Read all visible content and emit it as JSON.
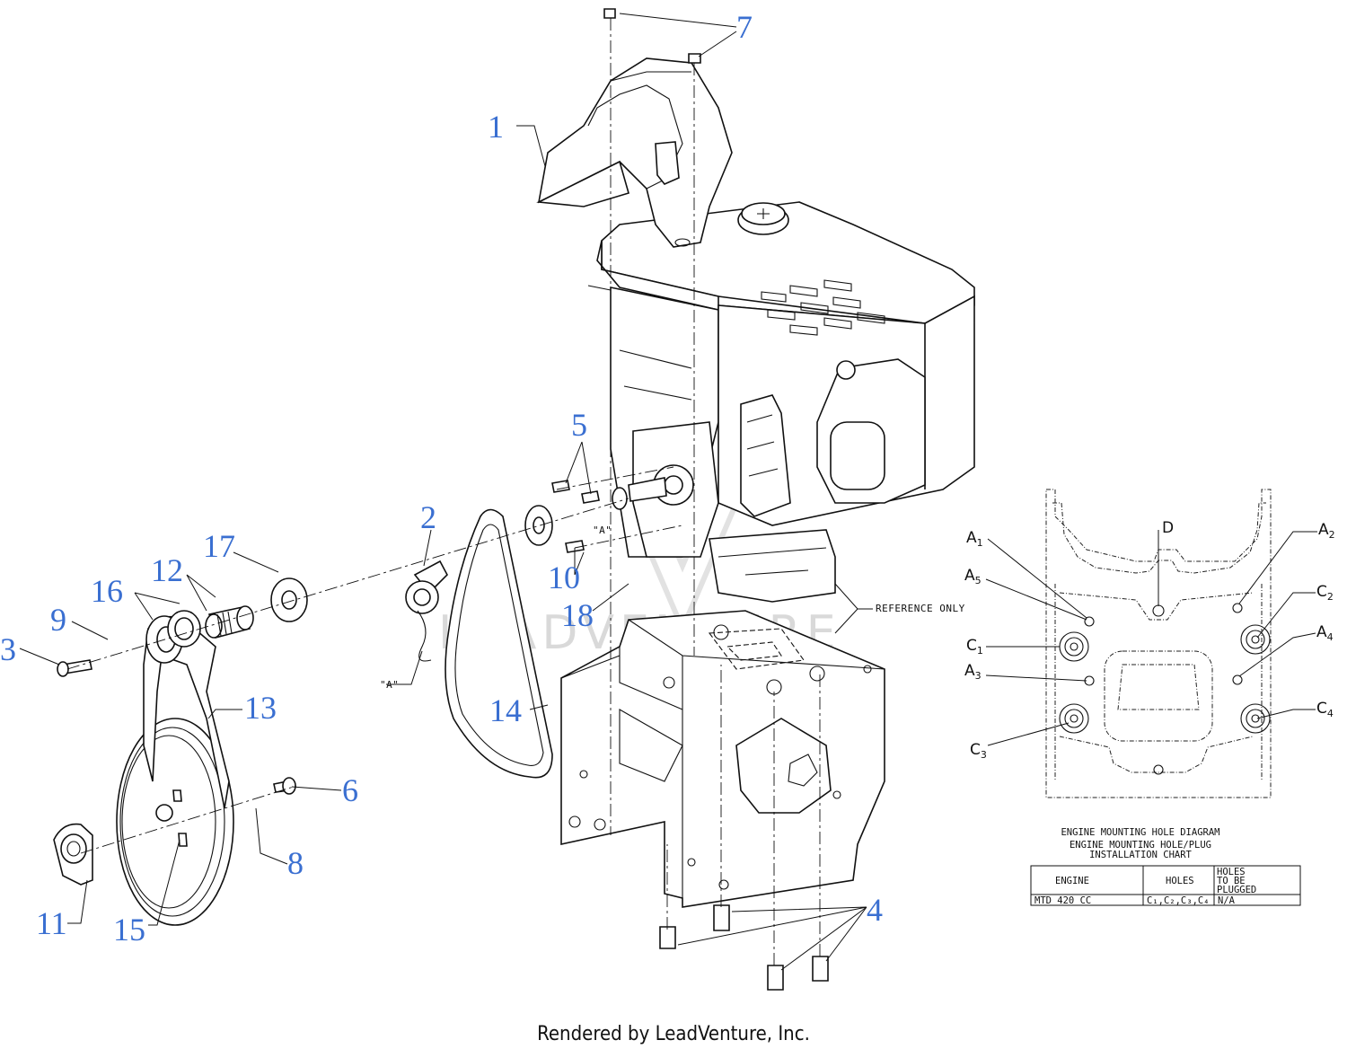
{
  "callouts": [
    "1",
    "2",
    "3",
    "4",
    "5",
    "6",
    "7",
    "8",
    "9",
    "10",
    "11",
    "12",
    "13",
    "14",
    "15",
    "16",
    "17",
    "18"
  ],
  "labels": {
    "a_quote": "\"A\"",
    "a_quote_2": "\"A\"",
    "reference_only": "REFERENCE ONLY",
    "watermark": "LEADVENTURE"
  },
  "hole_diagram": {
    "letters": {
      "a1": "A",
      "a1_sub": "1",
      "a2": "A",
      "a2_sub": "2",
      "a3": "A",
      "a3_sub": "3",
      "a4": "A",
      "a4_sub": "4",
      "a5": "A",
      "a5_sub": "5",
      "c1": "C",
      "c1_sub": "1",
      "c2": "C",
      "c2_sub": "2",
      "c3": "C",
      "c3_sub": "3",
      "c4": "C",
      "c4_sub": "4",
      "d": "D"
    },
    "title_1": "ENGINE MOUNTING HOLE DIAGRAM",
    "title_2": "ENGINE MOUNTING HOLE/PLUG",
    "title_3": "INSTALLATION CHART"
  },
  "install_chart": {
    "headers": {
      "engine": "ENGINE",
      "holes": "HOLES",
      "plugged_1": "HOLES",
      "plugged_2": "TO BE",
      "plugged_3": "PLUGGED"
    },
    "row": {
      "engine": "MTD 420 CC",
      "holes": "C₁,C₂,C₃,C₄",
      "plugged": "N/A"
    }
  },
  "footer": "Rendered by LeadVenture, Inc."
}
